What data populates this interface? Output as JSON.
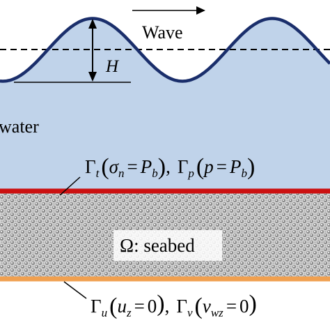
{
  "wave_label": "Wave",
  "height_label": "H",
  "water_label": "water",
  "seabed_label": "Ω: seabed",
  "interface_bc": {
    "gamma_t": {
      "sym": "Γ",
      "sub": "t",
      "sigma": "σ",
      "sigma_sub": "n",
      "eq": "=",
      "p": "P",
      "p_sub": "b"
    },
    "separator": ",",
    "gamma_p": {
      "sym": "Γ",
      "sub": "p",
      "var": "p",
      "eq": "=",
      "p": "P",
      "p_sub": "b"
    }
  },
  "bottom_bc": {
    "gamma_u": {
      "sym": "Γ",
      "sub": "u",
      "var": "u",
      "var_sub": "z",
      "eq": "=",
      "val": "0"
    },
    "separator": ",",
    "gamma_v": {
      "sym": "Γ",
      "sub": "v",
      "var": "v",
      "var_sub": "wz",
      "eq": "=",
      "val": "0"
    }
  },
  "colors": {
    "water": "#c0d3ea",
    "wave_line": "#1a2e6b",
    "interface_line": "#cc1111",
    "bottom_line": "#f0a050",
    "seabed_light": "#ededed",
    "seabed_dark": "#8a8a8a"
  }
}
